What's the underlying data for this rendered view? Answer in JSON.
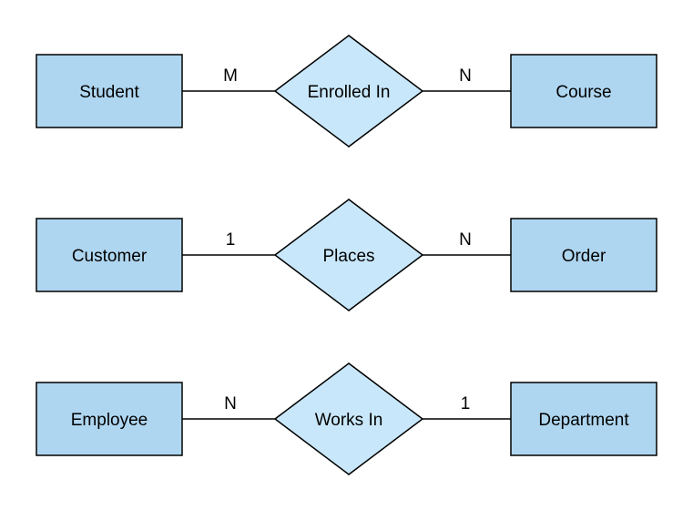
{
  "diagram": {
    "type": "entity-relationship-diagram",
    "colors": {
      "background": "#FFFFFF",
      "entity_fill": "#AFD6F0",
      "relationship_fill": "#C9E7FA",
      "stroke": "#000000",
      "text": "#000000"
    },
    "rows": [
      {
        "left_entity": "Student",
        "left_cardinality": "M",
        "relationship": "Enrolled In",
        "right_cardinality": "N",
        "right_entity": "Course"
      },
      {
        "left_entity": "Customer",
        "left_cardinality": "1",
        "relationship": "Places",
        "right_cardinality": "N",
        "right_entity": "Order"
      },
      {
        "left_entity": "Employee",
        "left_cardinality": "N",
        "relationship": "Works In",
        "right_cardinality": "1",
        "right_entity": "Department"
      }
    ]
  }
}
